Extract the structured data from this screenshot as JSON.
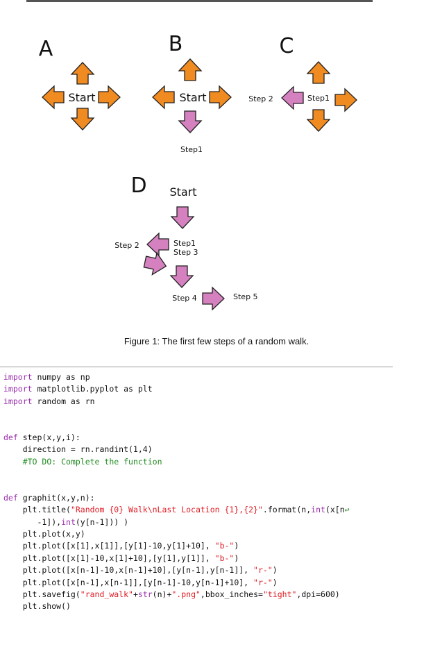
{
  "figure": {
    "panels": {
      "A": {
        "letter": "A",
        "center_label": "Start"
      },
      "B": {
        "letter": "B",
        "center_label": "Start",
        "step1": "Step1"
      },
      "C": {
        "letter": "C",
        "step1": "Step1",
        "step2": "Step 2"
      },
      "D": {
        "letter": "D",
        "start": "Start",
        "step1": "Step1",
        "step2": "Step 2",
        "step3": "Step 3",
        "step4": "Step 4",
        "step5": "Step 5"
      }
    },
    "caption": "Figure 1: The first few steps of a random walk.",
    "colors": {
      "orange": "#f08b22",
      "pink": "#d580bf",
      "outline": "#222222"
    }
  },
  "code": {
    "lines": [
      [
        {
          "t": "import",
          "c": "kw"
        },
        {
          "t": " numpy as np"
        }
      ],
      [
        {
          "t": "import",
          "c": "kw"
        },
        {
          "t": " matplotlib.pyplot as plt"
        }
      ],
      [
        {
          "t": "import",
          "c": "kw"
        },
        {
          "t": " random as rn"
        }
      ],
      [],
      [],
      [
        {
          "t": "def",
          "c": "kw"
        },
        {
          "t": " step(x,y,i):"
        }
      ],
      [
        {
          "t": "    direction = rn.randint(1,4)"
        }
      ],
      [
        {
          "t": "    "
        },
        {
          "t": "#TO DO: Complete the function",
          "c": "cm"
        }
      ],
      [],
      [],
      [
        {
          "t": "def",
          "c": "kw"
        },
        {
          "t": " graphit(x,y,n):"
        }
      ],
      [
        {
          "t": "    plt.title("
        },
        {
          "t": "\"Random {0} Walk\\nLast Location {1},{2}\"",
          "c": "str"
        },
        {
          "t": ".format(n,"
        },
        {
          "t": "int",
          "c": "bi"
        },
        {
          "t": "(x[n"
        },
        {
          "t": "↩",
          "c": "cm"
        }
      ],
      [
        {
          "t": "       -1]),"
        },
        {
          "t": "int",
          "c": "bi"
        },
        {
          "t": "(y[n-1])) )"
        }
      ],
      [
        {
          "t": "    plt.plot(x,y)"
        }
      ],
      [
        {
          "t": "    plt.plot([x[1],x[1]],[y[1]-10,y[1]+10], "
        },
        {
          "t": "\"b-\"",
          "c": "str"
        },
        {
          "t": ")"
        }
      ],
      [
        {
          "t": "    plt.plot([x[1]-10,x[1]+10],[y[1],y[1]], "
        },
        {
          "t": "\"b-\"",
          "c": "str"
        },
        {
          "t": ")"
        }
      ],
      [
        {
          "t": "    plt.plot([x[n-1]-10,x[n-1]+10],[y[n-1],y[n-1]], "
        },
        {
          "t": "\"r-\"",
          "c": "str"
        },
        {
          "t": ")"
        }
      ],
      [
        {
          "t": "    plt.plot([x[n-1],x[n-1]],[y[n-1]-10,y[n-1]+10], "
        },
        {
          "t": "\"r-\"",
          "c": "str"
        },
        {
          "t": ")"
        }
      ],
      [
        {
          "t": "    plt.savefig("
        },
        {
          "t": "\"rand_walk\"",
          "c": "str"
        },
        {
          "t": "+"
        },
        {
          "t": "str",
          "c": "bi"
        },
        {
          "t": "(n)+"
        },
        {
          "t": "\".png\"",
          "c": "str"
        },
        {
          "t": ",bbox_inches="
        },
        {
          "t": "\"tight\"",
          "c": "str"
        },
        {
          "t": ",dpi=600)"
        }
      ],
      [
        {
          "t": "    plt.show()"
        }
      ]
    ]
  }
}
